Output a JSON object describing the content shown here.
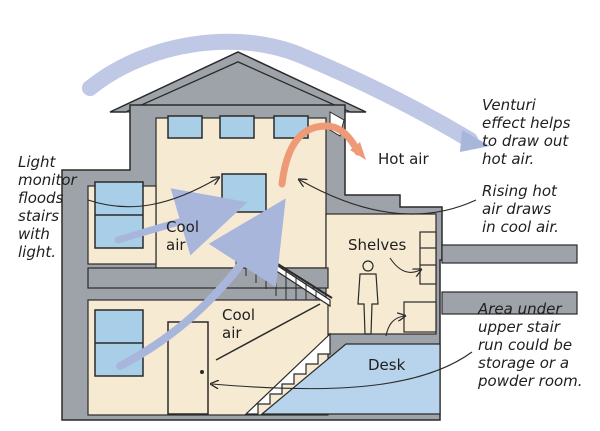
{
  "labels": {
    "light_monitor": "Light\nmonitor\nfloods\nstairs\nwith\nlight.",
    "venturi": "Venturi\neffect helps\nto draw out\nhot air.",
    "hot_air": "Hot air",
    "rising_hot_air": "Rising hot\nair draws\nin cool air.",
    "cool_air_upper": "Cool\nair",
    "cool_air_lower": "Cool\nair",
    "shelves": "Shelves",
    "desk": "Desk",
    "area_under_stair": "Area under\nupper stair\nrun could be\nstorage or a\npowder room."
  },
  "colors": {
    "wall": "#9ea3a9",
    "interior": "#f6ead2",
    "outline": "#2a2a2a",
    "window_glass": "#a9cfe8",
    "airflow": "#a9b6dc",
    "hot_air": "#ee9a76",
    "basement_glass": "#b7d4ec"
  }
}
